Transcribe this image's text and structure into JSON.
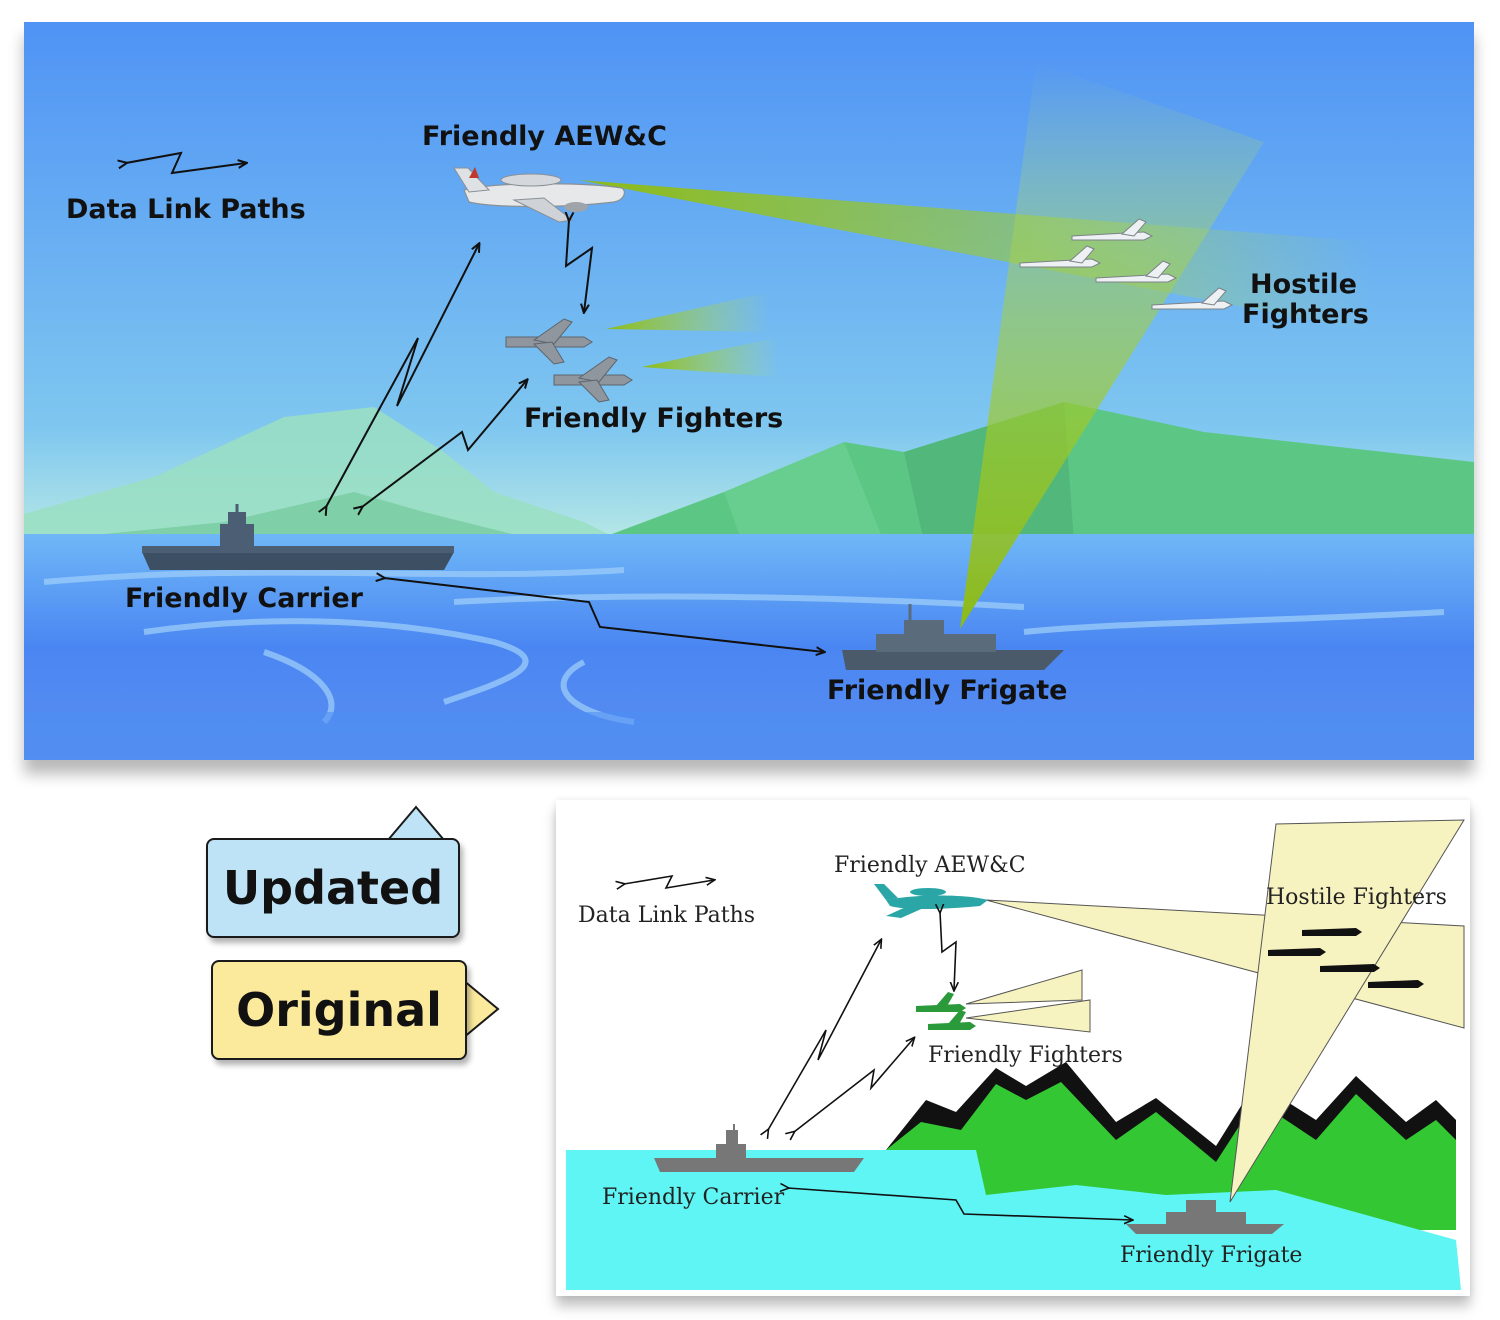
{
  "updated_panel": {
    "legend_label": "Data Link Paths",
    "aewc_label": "Friendly AEW&C",
    "friendly_fighters_label": "Friendly Fighters",
    "hostile_fighters_line1": "Hostile",
    "hostile_fighters_line2": "Fighters",
    "carrier_label": "Friendly Carrier",
    "frigate_label": "Friendly Frigate"
  },
  "original_panel": {
    "legend_label": "Data Link Paths",
    "aewc_label": "Friendly AEW&C",
    "friendly_fighters_label": "Friendly Fighters",
    "hostile_fighters_label": "Hostile Fighters",
    "carrier_label": "Friendly Carrier",
    "frigate_label": "Friendly Frigate"
  },
  "tags": {
    "updated": "Updated",
    "original": "Original"
  },
  "colors": {
    "sky_top": "#4f93f5",
    "sea": "#4a86f2",
    "beam_green": "#8dbb14",
    "updated_tag": "#bfe3f6",
    "original_tag": "#fbe99c",
    "original_sea": "#5ff5f5",
    "original_mountains": "#33c833",
    "original_beam": "#f7f3c0"
  }
}
